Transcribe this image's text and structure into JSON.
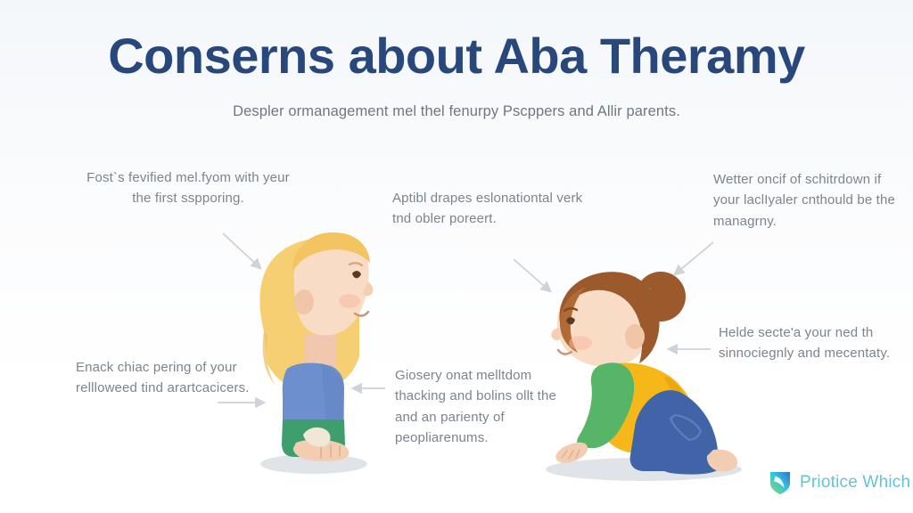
{
  "header": {
    "title": "Conserns about Aba Theramy",
    "subtitle": "Despler ormanagement mel thel fenurpy Pscppers and Allir parents."
  },
  "notes": {
    "top_left": "Fost`s fevified mel.fyom with yeur the first sspporing.",
    "top_center": "Aptibl drapes eslonationtal verk tnd obler poreert.",
    "top_right": "Wetter oncif of schitrdown if your laclIyaler cnthould be the managrny.",
    "middle_left": "Enack chiac pering of your rellloweed tind arartcacicers.",
    "middle_center": "Giosery onat melltdom thacking and bolins ollt the and an parienty of peopliarenums.",
    "middle_right": "Helde secte'a your ned th sinnociegnly and mecentaty."
  },
  "illustration": {
    "left_child": {
      "name": "seated-blonde-child",
      "hair_color": "#f6cf73",
      "skin_color": "#f7d9c4",
      "shirt_color": "#6d8fcd",
      "pants_color": "#3f9e6e",
      "shadow_color": "#dfe2e6"
    },
    "right_child": {
      "name": "crawling-brunette-child",
      "hair_color": "#9c5a2c",
      "skin_color": "#f7d9c4",
      "shirt_color": "#f6b818",
      "sleeve_color": "#56b567",
      "shorts_color": "#4164a8",
      "hairband_color": "#4aab74",
      "shadow_color": "#dfe2e6"
    }
  },
  "arrows": {
    "color": "#cfd3d8",
    "count": 6,
    "items": [
      {
        "name": "arrow-top-left-to-left-child",
        "direction": "down-right"
      },
      {
        "name": "arrow-top-center-to-right-child",
        "direction": "down-right"
      },
      {
        "name": "arrow-top-right-to-right-child",
        "direction": "down-left"
      },
      {
        "name": "arrow-middle-left-to-left-child",
        "direction": "right"
      },
      {
        "name": "arrow-middle-center-to-left-child",
        "direction": "left"
      },
      {
        "name": "arrow-middle-right-to-right-child",
        "direction": "left"
      }
    ]
  },
  "logo": {
    "text": "Priotice Which",
    "icon": "shield-leaf-icon",
    "text_color": "#63c3d6",
    "icon_colors": [
      "#2f6fd0",
      "#35c7d9",
      "#8fd66a"
    ]
  },
  "colors": {
    "title": "#28487b",
    "subtitle": "#6f7780",
    "note_text": "#7c848c",
    "background_top": "#f4f7fa",
    "background_bottom": "#ffffff"
  }
}
